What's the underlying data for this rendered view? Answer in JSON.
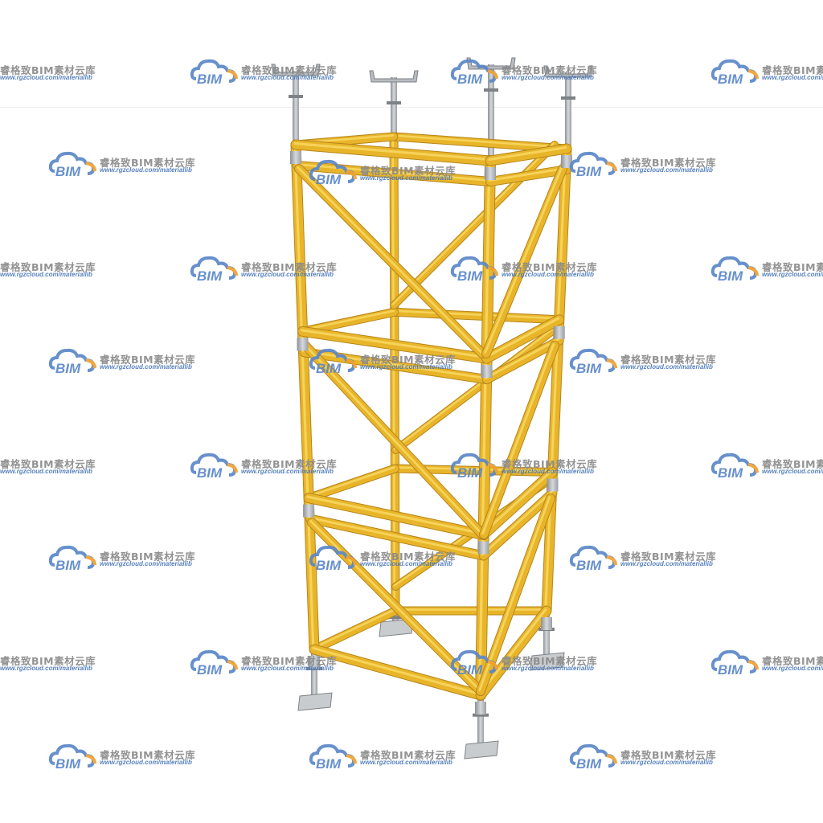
{
  "scene": {
    "subject": "scaffold-shoring-tower",
    "colors": {
      "frame_tube": "#E8B52A",
      "frame_tube_dark": "#B7861A",
      "frame_tube_light": "#F6D35A",
      "steel_jack": "#B8BCC0",
      "steel_jack_dark": "#7E8287",
      "background": "#FFFFFF"
    }
  },
  "watermark": {
    "logo_text": "BIM",
    "brand_text": "睿格致BIM素材云库",
    "url_text": "www.rgzcloud.com/materiallib",
    "colors": {
      "cloud_blue": "#5B87C8",
      "cloud_orange": "#F0A030",
      "brand_gray": "#8A8A8A",
      "url_blue": "#4A78B8"
    }
  }
}
